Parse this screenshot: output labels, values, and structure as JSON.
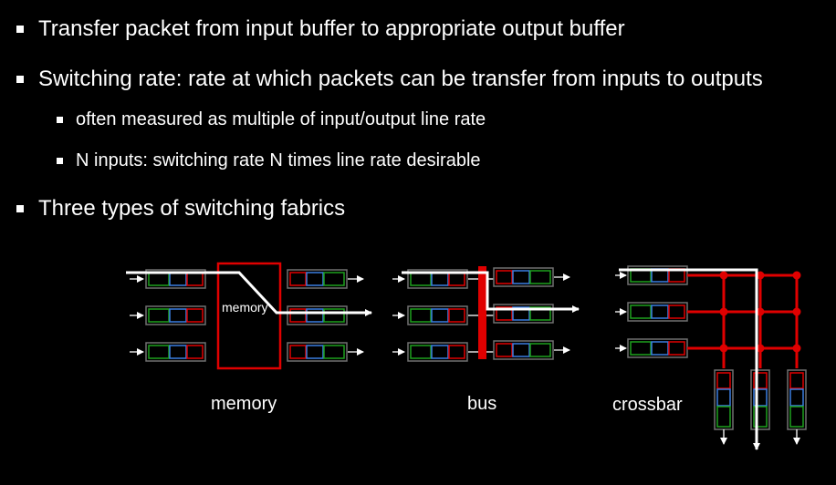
{
  "bullets": [
    "Transfer packet from input buffer to appropriate output buffer",
    "Switching rate: rate at which packets can be transfer from inputs to outputs",
    "often measured as multiple of input/output line rate",
    "N inputs: switching rate N times line rate desirable",
    "Three types of switching fabrics"
  ],
  "diagram": {
    "memory_label": "memory",
    "captions": {
      "memory": "memory",
      "bus": "bus",
      "crossbar": "crossbar"
    },
    "colors": {
      "red": "#e00000",
      "blue": "#3a7de0",
      "green": "#1ea01e",
      "gray": "#707070",
      "white": "#ffffff"
    }
  }
}
